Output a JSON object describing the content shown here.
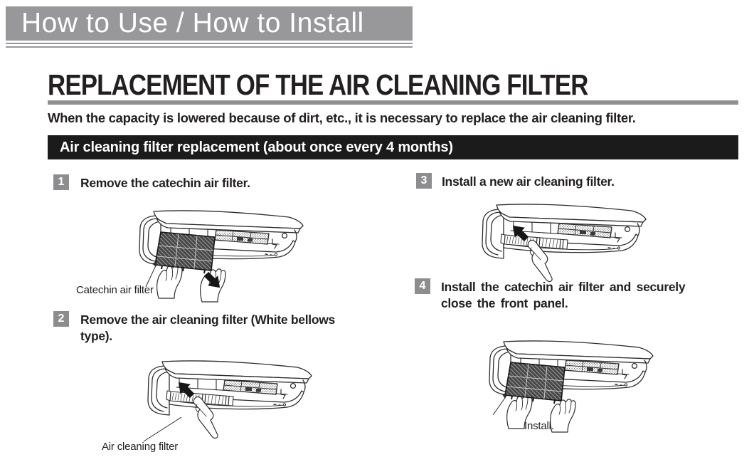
{
  "banner": {
    "title": "How to Use / How to Install"
  },
  "page": {
    "title": "REPLACEMENT OF THE AIR CLEANING FILTER",
    "intro": "When the capacity is lowered because of dirt, etc., it is necessary to replace the air cleaning filter.",
    "section_header": "Air cleaning filter replacement (about once every 4 months)"
  },
  "steps": [
    {
      "number": "1",
      "text": "Remove the catechin air filter.",
      "caption": "Catechin air filter"
    },
    {
      "number": "2",
      "text": "Remove the air cleaning filter (White bellows\ntype).",
      "caption": "Air cleaning filter"
    },
    {
      "number": "3",
      "text": "Install a new air cleaning filter.",
      "caption": ""
    },
    {
      "number": "4",
      "text": "Install the catechin air filter and securely\nclose the front panel.",
      "caption": "Install."
    }
  ],
  "colors": {
    "banner_gray": "#98989a",
    "rule_gray": "#8e9092",
    "bar_black": "#1b1b1b",
    "step_box_gray": "#8d8d8f",
    "text": "#231f20"
  }
}
